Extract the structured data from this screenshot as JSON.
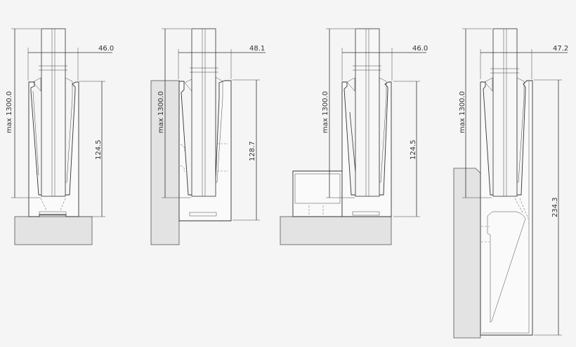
{
  "diagram": {
    "type": "technical cross-section drawings of glass balustrade base-channel profiles",
    "background_color": "#f5f5f5",
    "substrate_color": "#e3e3e3",
    "line_color": "#333333",
    "variants": [
      {
        "id": "floor-mount",
        "mounting": "top-mounted on slab",
        "height_label": "max 1300.0",
        "width_label": "46.0",
        "profile_height_label": "124.5"
      },
      {
        "id": "side-mount-short",
        "mounting": "side-mounted on wall edge",
        "height_label": "max 1300.0",
        "width_label": "48.1",
        "profile_height_label": "128.7"
      },
      {
        "id": "floor-mount-with-channel",
        "mounting": "top-mounted with adjacent cover channel",
        "height_label": "max 1300.0",
        "width_label": "46.0",
        "profile_height_label": "124.5"
      },
      {
        "id": "side-mount-tall",
        "mounting": "side-mounted fascia profile",
        "height_label": "max 1300.0",
        "width_label": "47.2",
        "profile_height_label": "234.3"
      }
    ]
  }
}
